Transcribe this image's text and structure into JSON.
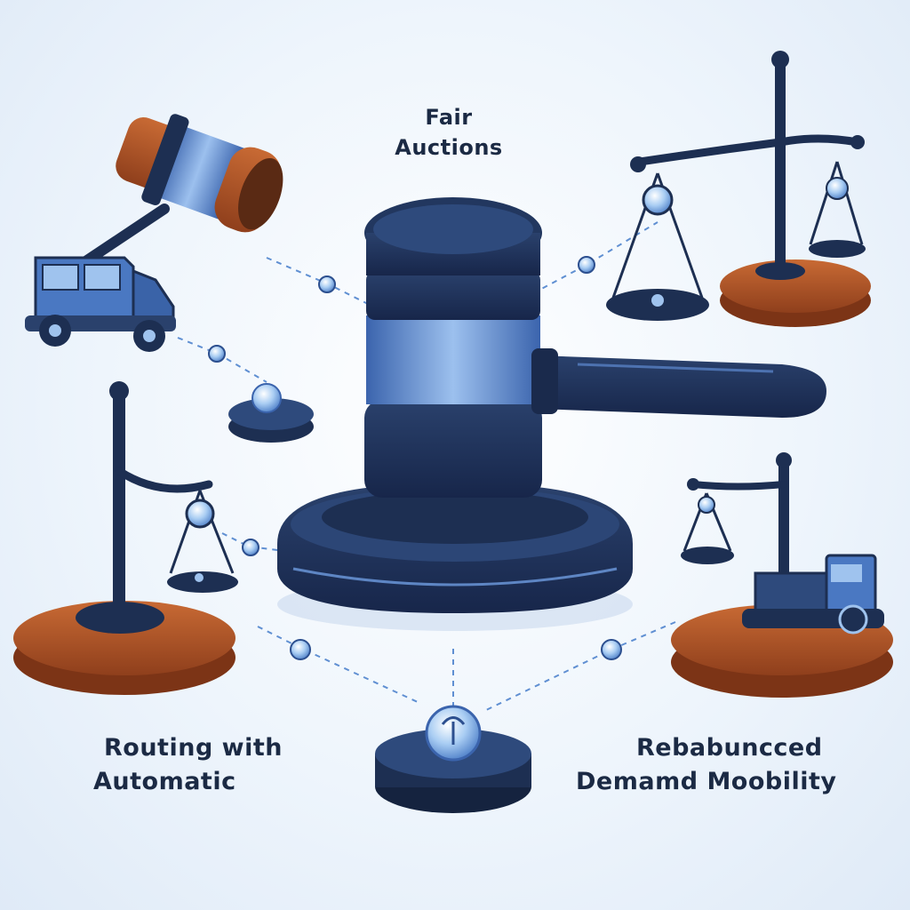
{
  "labels": {
    "top": {
      "line1": "Fair",
      "line2": "Auctions"
    },
    "bottom_left": {
      "line1": "Routing with",
      "line2": "Automatic"
    },
    "bottom_right": {
      "line1": "Rebabuncced",
      "line2": "Demamd Moobility"
    }
  },
  "icons": [
    "gavel-icon",
    "small-gavel-icon",
    "truck-icon",
    "balance-scale-icon",
    "node-icon"
  ],
  "colors": {
    "navy": "#1d2f52",
    "blue": "#4a78c2",
    "light_blue": "#9fc3ee",
    "copper": "#b8582a",
    "background": "#eef5fc"
  }
}
